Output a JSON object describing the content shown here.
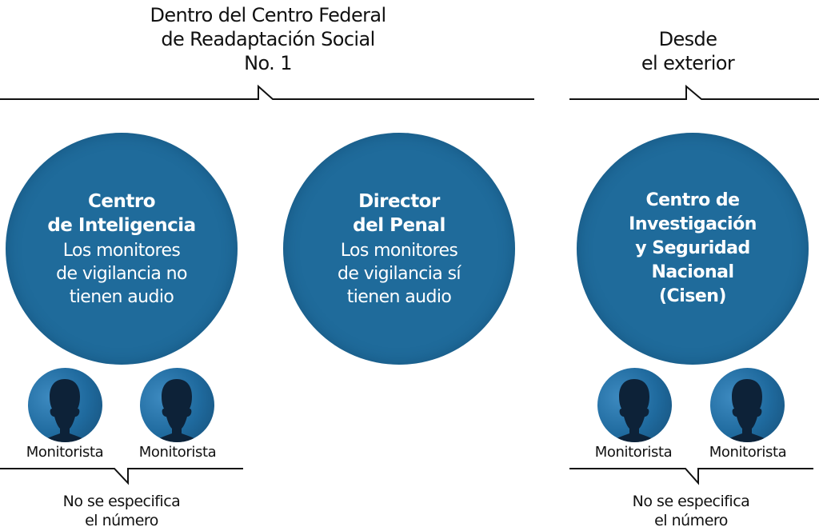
{
  "headers": {
    "inside": [
      "Dentro del Centro Federal",
      "de Readaptación Social",
      "No. 1"
    ],
    "outside": [
      "Desde",
      "el exterior"
    ]
  },
  "nodes": [
    {
      "title": [
        "Centro",
        "de Inteligencia"
      ],
      "desc": [
        "Los monitores",
        "de vigilancia no",
        "tienen audio"
      ]
    },
    {
      "title": [
        "Director",
        "del Penal"
      ],
      "desc": [
        "Los monitores",
        "de vigilancia sí",
        "tienen audio"
      ]
    },
    {
      "title": [
        "Centro de",
        "Investigación",
        "y Seguridad",
        "Nacional",
        "(Cisen)"
      ],
      "desc": []
    }
  ],
  "monitors": {
    "left": [
      "Monitorista",
      "Monitorista"
    ],
    "right": [
      "Monitorista",
      "Monitorista"
    ]
  },
  "notes": {
    "left": [
      "No se especifica",
      "el número"
    ],
    "right": [
      "No se especifica",
      "el número"
    ]
  },
  "colors": {
    "circle": "#1f6b9b",
    "line": "#111111"
  }
}
